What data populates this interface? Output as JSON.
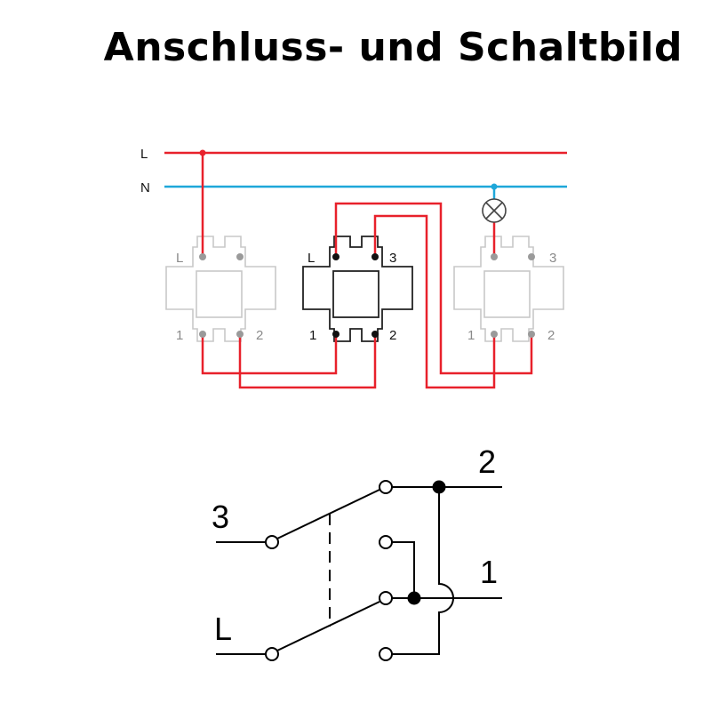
{
  "title": "Anschluss- und Schaltbild",
  "wiring": {
    "line_L": "L",
    "line_N": "N",
    "switch_left": {
      "label_L": "L",
      "label_1": "1",
      "label_2": "2"
    },
    "switch_middle": {
      "label_L": "L",
      "label_3": "3",
      "label_1": "1",
      "label_2": "2"
    },
    "switch_right": {
      "label_3": "3",
      "label_1": "1",
      "label_2": "2"
    }
  },
  "schematic": {
    "label_3": "3",
    "label_L": "L",
    "label_2": "2",
    "label_1": "1"
  },
  "colors": {
    "phase": "#e8212b",
    "neutral": "#1ea7d9",
    "switch_grey": "#c8c8c8",
    "switch_dark": "#222222",
    "terminal_grey": "#9a9a9a"
  }
}
